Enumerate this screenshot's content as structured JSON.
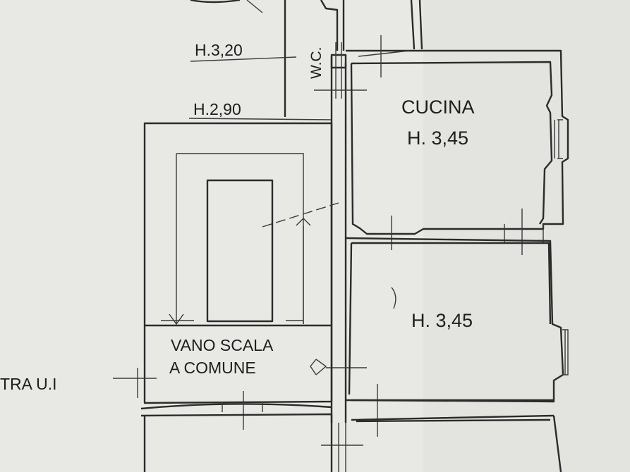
{
  "rooms": {
    "cucina_label": "CUCINA",
    "cucina_height": "H. 3,45",
    "room2_height": "H. 3,45",
    "wc_label": "W.C."
  },
  "heights": {
    "h1": "H.3,20",
    "h2": "H.2,90"
  },
  "stair": {
    "line1": "VANO SCALA",
    "line2": "A COMUNE"
  },
  "other_unit": "TRA U.I"
}
